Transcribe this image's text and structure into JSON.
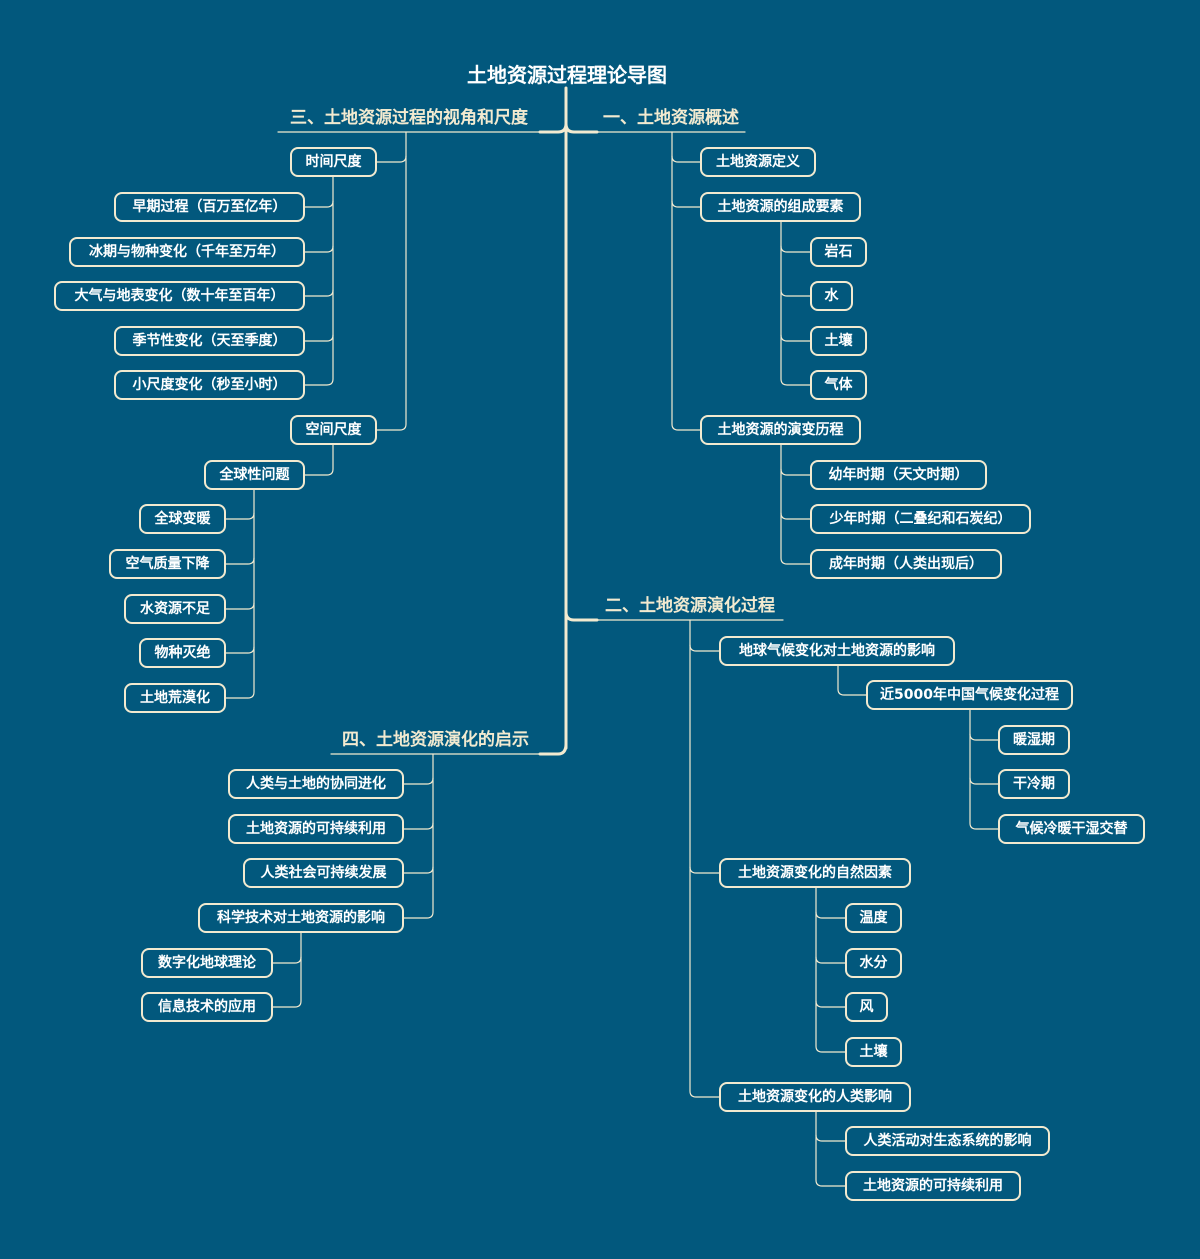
{
  "title": "土地资源过程理论导图",
  "branches": {
    "overview": {
      "label": "一、土地资源概述",
      "definition": "土地资源定义",
      "components": {
        "label": "土地资源的组成要素",
        "items": [
          "岩石",
          "水",
          "土壤",
          "气体"
        ]
      },
      "history": {
        "label": "土地资源的演变历程",
        "items": [
          "幼年时期（天文时期）",
          "少年时期（二叠纪和石炭纪）",
          "成年时期（人类出现后）"
        ]
      }
    },
    "evolution": {
      "label": "二、土地资源演化过程",
      "climate": {
        "label": "地球气候变化对土地资源的影响",
        "china": {
          "label": "近5000年中国气候变化过程",
          "items": [
            "暖湿期",
            "干冷期",
            "气候冷暖干湿交替"
          ]
        }
      },
      "natural": {
        "label": "土地资源变化的自然因素",
        "items": [
          "温度",
          "水分",
          "风",
          "土壤"
        ]
      },
      "human": {
        "label": "土地资源变化的人类影响",
        "items": [
          "人类活动对生态系统的影响",
          "土地资源的可持续利用"
        ]
      }
    },
    "perspective": {
      "label": "三、土地资源过程的视角和尺度",
      "time": {
        "label": "时间尺度",
        "items": [
          "早期过程（百万至亿年）",
          "冰期与物种变化（千年至万年）",
          "大气与地表变化（数十年至百年）",
          "季节性变化（天至季度）",
          "小尺度变化（秒至小时）"
        ]
      },
      "space": {
        "label": "空间尺度",
        "global": {
          "label": "全球性问题",
          "items": [
            "全球变暖",
            "空气质量下降",
            "水资源不足",
            "物种灭绝",
            "土地荒漠化"
          ]
        }
      }
    },
    "insight": {
      "label": "四、土地资源演化的启示",
      "items": [
        "人类与土地的协同进化",
        "土地资源的可持续利用",
        "人类社会可持续发展"
      ],
      "tech": {
        "label": "科学技术对土地资源的影响",
        "items": [
          "数字化地球理论",
          "信息技术的应用"
        ]
      }
    }
  },
  "colors": {
    "background": "#02587d",
    "line": "#f2ead0",
    "text": "#ffffff"
  }
}
